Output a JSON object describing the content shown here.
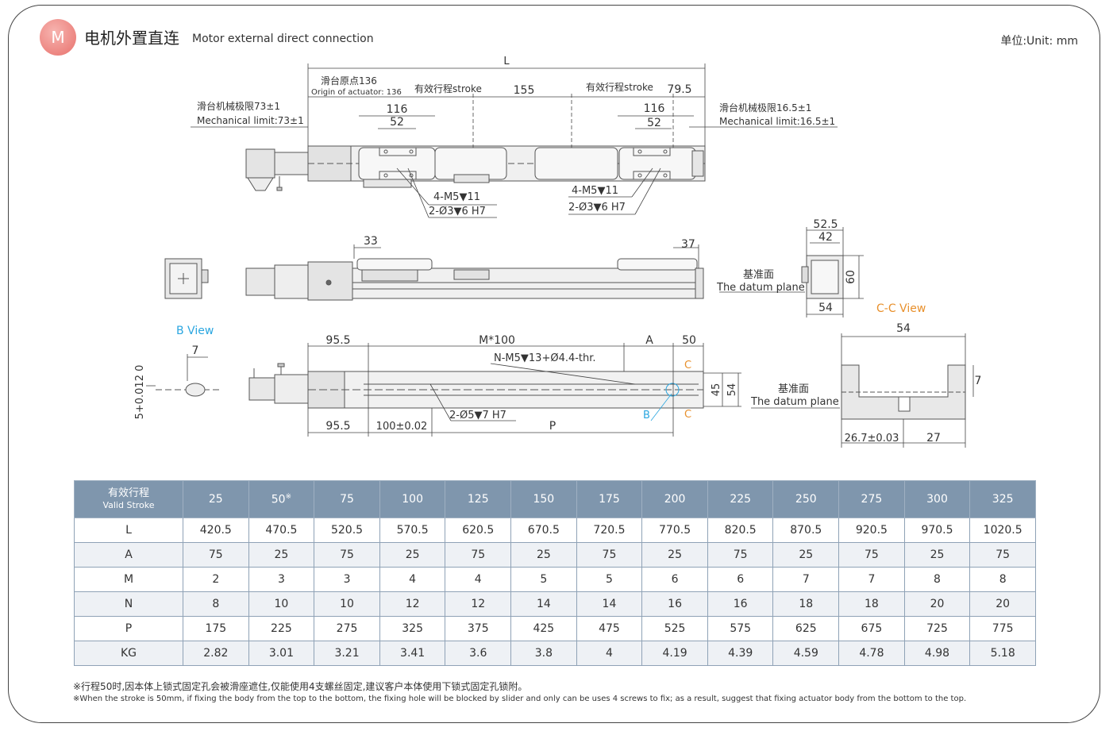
{
  "header": {
    "badge": "M",
    "title_cn": "电机外置直连",
    "title_en": "Motor  external direct connection",
    "unit": "单位:Unit: mm"
  },
  "drawing": {
    "dim_L": "L",
    "origin_cn": "滑台原点136",
    "origin_en": "Origin of actuator: 136",
    "stroke1": "有效行程stroke",
    "dim_155": "155",
    "stroke2": "有效行程stroke",
    "dim_79_5": "79.5",
    "mech_left_cn": "滑台机械极限73±1",
    "mech_left_en": "Mechanical limit:73±1",
    "mech_right_cn": "滑台机械极限16.5±1",
    "mech_right_en": "Mechanical limit:16.5±1",
    "dim_116a": "116",
    "dim_52a": "52",
    "dim_116b": "116",
    "dim_52b": "52",
    "screw_a": "4-M5▼11",
    "pin_a": "2-Ø3▼6 H7",
    "screw_b": "4-M5▼11",
    "pin_b": "2-Ø3▼6 H7",
    "dim_33": "33",
    "dim_37": "37",
    "dim_52_5": "52.5",
    "dim_42": "42",
    "dim_60": "60",
    "dim_54_end": "54",
    "datum_cn_1": "基准面",
    "datum_en_1": "The datum plane",
    "b_view": "B View",
    "dim_7_b": "7",
    "dim_5tol": "5+0.012 0",
    "dim_95_5_top": "95.5",
    "dim_m100": "M*100",
    "dim_A": "A",
    "dim_50": "50",
    "hole_note": "N-M5▼13+Ø4.4-thr.",
    "label_C_top": "C",
    "label_C_bot": "C",
    "label_B": "B",
    "dim_45": "45",
    "dim_54_side": "54",
    "pin_base": "2-Ø5▼7 H7",
    "dim_95_5_bot": "95.5",
    "dim_100tol": "100±0.02",
    "dim_P": "P",
    "cc_view": "C-C View",
    "dim_54_cc": "54",
    "datum_cn_2": "基准面",
    "datum_en_2": "The datum plane",
    "dim_7_cc": "7",
    "dim_26_7": "26.7±0.03",
    "dim_27": "27"
  },
  "table": {
    "header_cn": "有效行程",
    "header_en": "Valid Stroke",
    "strokes": [
      "25",
      "50",
      "75",
      "100",
      "125",
      "150",
      "175",
      "200",
      "225",
      "250",
      "275",
      "300",
      "325"
    ],
    "stroke_mark": "※",
    "rows": [
      {
        "label": "L",
        "values": [
          "420.5",
          "470.5",
          "520.5",
          "570.5",
          "620.5",
          "670.5",
          "720.5",
          "770.5",
          "820.5",
          "870.5",
          "920.5",
          "970.5",
          "1020.5"
        ]
      },
      {
        "label": "A",
        "values": [
          "75",
          "25",
          "75",
          "25",
          "75",
          "25",
          "75",
          "25",
          "75",
          "25",
          "75",
          "25",
          "75"
        ]
      },
      {
        "label": "M",
        "values": [
          "2",
          "3",
          "3",
          "4",
          "4",
          "5",
          "5",
          "6",
          "6",
          "7",
          "7",
          "8",
          "8"
        ]
      },
      {
        "label": "N",
        "values": [
          "8",
          "10",
          "10",
          "12",
          "12",
          "14",
          "14",
          "16",
          "16",
          "18",
          "18",
          "20",
          "20"
        ]
      },
      {
        "label": "P",
        "values": [
          "175",
          "225",
          "275",
          "325",
          "375",
          "425",
          "475",
          "525",
          "575",
          "625",
          "675",
          "725",
          "775"
        ]
      },
      {
        "label": "KG",
        "values": [
          "2.82",
          "3.01",
          "3.21",
          "3.41",
          "3.6",
          "3.8",
          "4",
          "4.19",
          "4.39",
          "4.59",
          "4.78",
          "4.98",
          "5.18"
        ]
      }
    ]
  },
  "notes": {
    "cn": "※行程50时,因本体上锁式固定孔会被滑座遮住,仅能使用4支螺丝固定,建议客户本体使用下锁式固定孔锁附。",
    "en": "※When the stroke is 50mm, if fixing the body from the top to the bottom, the fixing hole will be blocked by slider and only can be uses 4 screws to fix; as a result, suggest that fixing actuator body from the bottom to the top."
  },
  "colors": {
    "accent": "#e8716c",
    "table_header": "#7f96ad",
    "orange": "#e8902c",
    "blue": "#2aa6e0"
  }
}
